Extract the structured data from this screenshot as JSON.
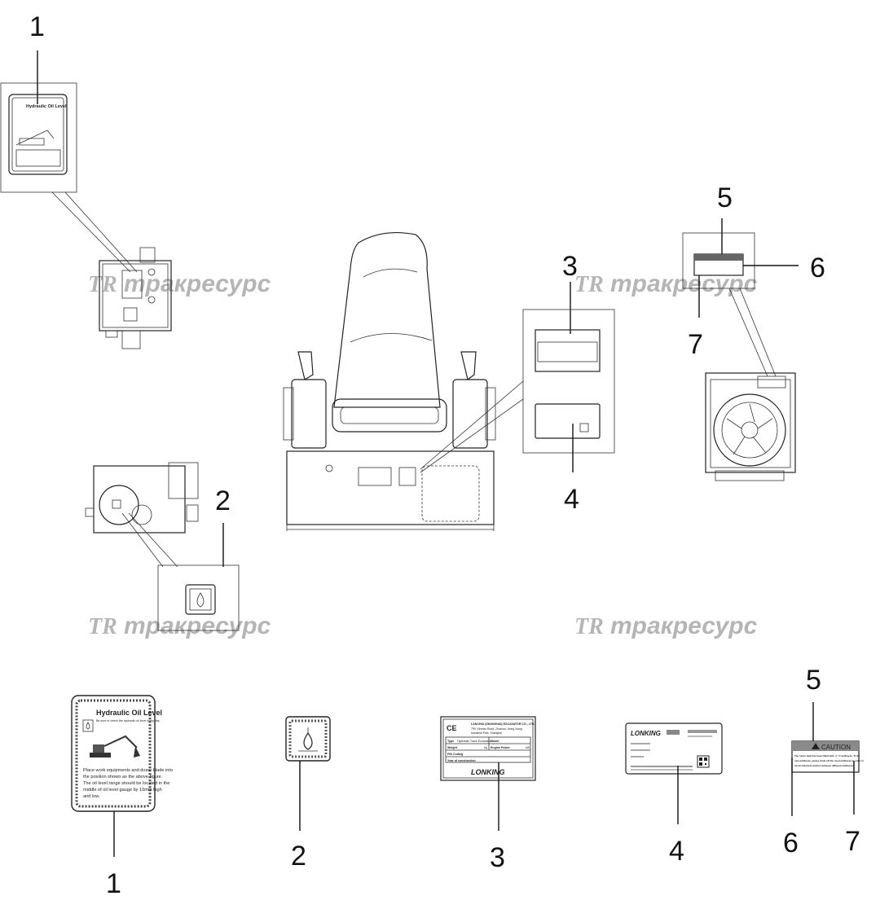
{
  "callouts": {
    "c1_top": "1",
    "c2_mid": "2",
    "c3_mid": "3",
    "c4_mid": "4",
    "c5_mid": "5",
    "c6_mid": "6",
    "c7_mid": "7",
    "c1_bot": "1",
    "c2_bot": "2",
    "c3_bot": "3",
    "c4_bot": "4",
    "c5_bot": "5",
    "c6_bot": "6",
    "c7_bot": "7"
  },
  "watermark": {
    "logo": "TR",
    "text": "тракресурс"
  },
  "label_hydraulic": {
    "title": "Hydraulic Oil Level",
    "subtitle": "Be sure to check the hydraulic oil level every day",
    "body1": "Place work equipments and dozer blade into",
    "body2": "the position shown as the above-figure.",
    "body3": "The oil level range should be located in the",
    "body4": "middle of oil level gauge by 10mm high",
    "body5": "and low."
  },
  "label_nameplate": {
    "ce": "CE",
    "company": "LANCHUI (SHANGHAI) EXCAVATOR CO., LTD.",
    "address1": "799, Xinmao Road, Zhuzhou, Nong Xiang",
    "address2": "Industrial Park, Shanghai",
    "type_label": "Type",
    "type_value": "Hydraulic Track Excavator",
    "model_label": "Model",
    "weight_label": "Weight",
    "weight_unit": "kg",
    "engine_power_label": "Engine Power",
    "power_unit": "kW",
    "pin_label": "PIN Coding",
    "year_label": "Year of construction",
    "brand": "LONKING"
  },
  "label_cn": {
    "brand": "LONKING"
  },
  "label_caution": {
    "heading": "CAUTION",
    "line1": "The motor tank has been filled with -4 ° C antifreeze. To fill",
    "line2": "new antifreeze, please drain off the used antifreeze in order to",
    "line3": "avoid chemical reaction between different antifreeze."
  }
}
